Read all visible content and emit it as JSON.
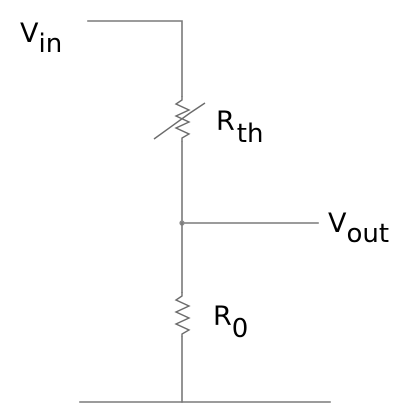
{
  "diagram": {
    "labels": {
      "vin_main": "V",
      "vin_sub": "in",
      "rth_main": "R",
      "rth_sub": "th",
      "vout_main": "V",
      "vout_sub": "out",
      "r0_main": "R",
      "r0_sub": "0"
    },
    "colors": {
      "wire": "#7a7a7a",
      "text": "#000000"
    }
  }
}
